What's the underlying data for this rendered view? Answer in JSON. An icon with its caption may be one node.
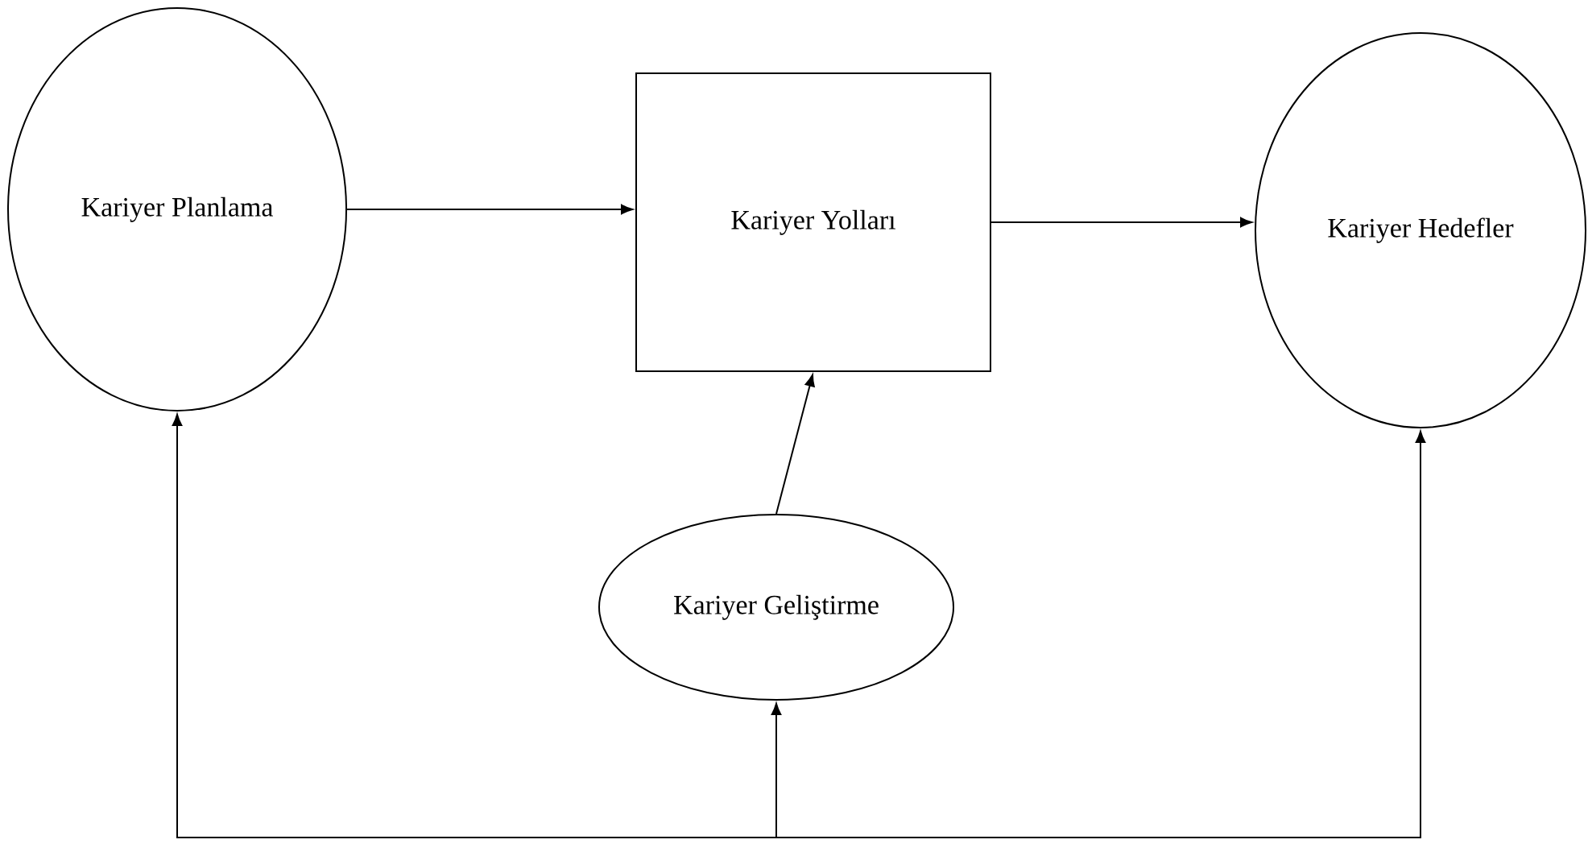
{
  "diagram": {
    "nodes": [
      {
        "text": [
          "Kariyer Planlama"
        ]
      },
      {
        "text": [
          "Kariyer Yolları"
        ]
      },
      {
        "text": [
          "Kariyer Hedefler"
        ]
      },
      {
        "text": [
          "Kariyer Geliştirme"
        ]
      }
    ],
    "edges": [
      {
        "from": 0,
        "to": 1,
        "arrow": "to"
      },
      {
        "from": 1,
        "to": 2,
        "arrow": "to"
      },
      {
        "from": 3,
        "to": 1,
        "arrow": "to"
      },
      {
        "from": null,
        "to": 0,
        "arrow": "to"
      },
      {
        "from": null,
        "to": 3,
        "arrow": "to"
      },
      {
        "from": null,
        "to": 2,
        "arrow": "to"
      }
    ]
  }
}
